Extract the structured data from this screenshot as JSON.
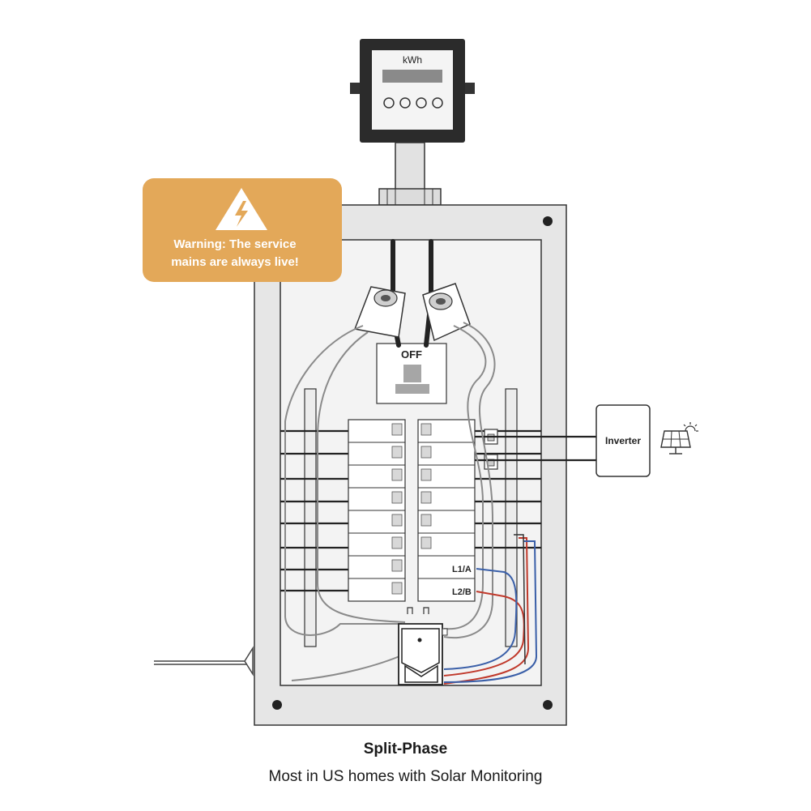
{
  "meter": {
    "label": "kWh"
  },
  "warning": {
    "line1": "Warning: The service",
    "line2": "mains are always live!",
    "color": "#e3a859"
  },
  "main_breaker": {
    "label": "OFF"
  },
  "breaker_labels": {
    "l1": "L1/A",
    "l2": "L2/B"
  },
  "inverter": {
    "label": "Inverter"
  },
  "caption": {
    "title": "Split-Phase",
    "subtitle": "Most in US homes with Solar Monitoring"
  },
  "colors": {
    "panel": "#e6e6e6",
    "wire_red": "#c0392b",
    "wire_blue": "#3a5fa8"
  },
  "icons": [
    "lightning-warning-icon",
    "solar-panel-icon",
    "sun-icon"
  ]
}
